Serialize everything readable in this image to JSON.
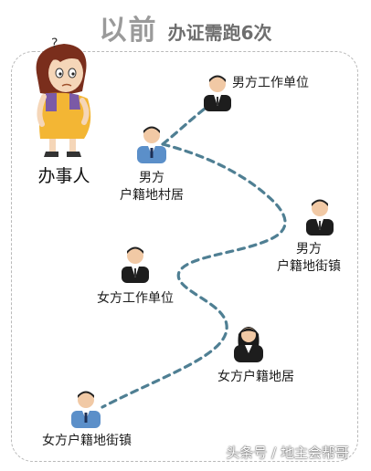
{
  "title": {
    "main": "以前",
    "sub": "办证需跑6次"
  },
  "actor": {
    "label": "办事人"
  },
  "nodes": [
    {
      "lines": [
        "男方工作单位"
      ],
      "icon": "office-worker-icon"
    },
    {
      "lines": [
        "男方",
        "户籍地村居"
      ],
      "icon": "official-icon"
    },
    {
      "lines": [
        "男方",
        "户籍地街镇"
      ],
      "icon": "office-worker-icon"
    },
    {
      "lines": [
        "女方工作单位"
      ],
      "icon": "office-worker-icon"
    },
    {
      "lines": [
        "女方户籍地居"
      ],
      "icon": "female-worker-icon"
    },
    {
      "lines": [
        "女方户籍地街镇"
      ],
      "icon": "official-icon"
    }
  ],
  "watermark": "头条号 / 地主会帮哥",
  "colors": {
    "path": "#4f7f93",
    "title_main": "#9a9a9a",
    "frame": "#b9b9b9",
    "suit": "#1d1d1d",
    "official_shirt": "#5b8fc9"
  }
}
